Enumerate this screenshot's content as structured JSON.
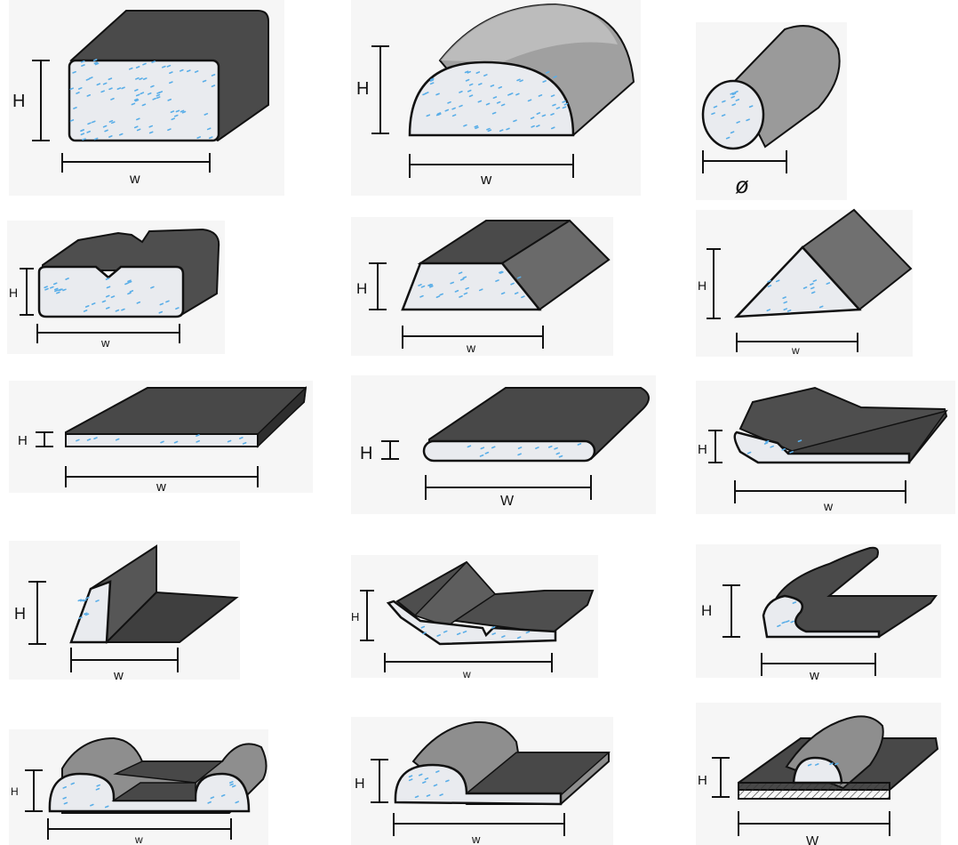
{
  "colors": {
    "panel_bg": "#f6f6f6",
    "dark_face": "#4a4a4a",
    "foam_face": "#e9ebef",
    "foam_dots": "#5aaee8",
    "outline": "#111111"
  },
  "profiles": [
    {
      "shape": "rectangle",
      "h": "H",
      "w": "w"
    },
    {
      "shape": "half-round",
      "h": "H",
      "w": "w"
    },
    {
      "shape": "round-cord",
      "d": "ø"
    },
    {
      "shape": "grooved-rectangle",
      "h": "H",
      "w": "w"
    },
    {
      "shape": "trapezoid",
      "h": "H",
      "w": "w"
    },
    {
      "shape": "triangle",
      "h": "H",
      "w": "w"
    },
    {
      "shape": "flat-strip",
      "h": "H",
      "w": "w"
    },
    {
      "shape": "rounded-flat-strip",
      "h": "H",
      "w": "W"
    },
    {
      "shape": "bulb-with-flap",
      "h": "H",
      "w": "w"
    },
    {
      "shape": "angled-lip-with-flange",
      "h": "H",
      "w": "w"
    },
    {
      "shape": "v-grooved-wedge",
      "h": "H",
      "w": "w"
    },
    {
      "shape": "hook-lip-with-flange",
      "h": "H",
      "w": "w"
    },
    {
      "shape": "double-half-round",
      "h": "H",
      "w": "w"
    },
    {
      "shape": "half-round-with-flange",
      "h": "H",
      "w": "w"
    },
    {
      "shape": "half-round-on-hatched-base",
      "h": "H",
      "w": "W"
    }
  ]
}
